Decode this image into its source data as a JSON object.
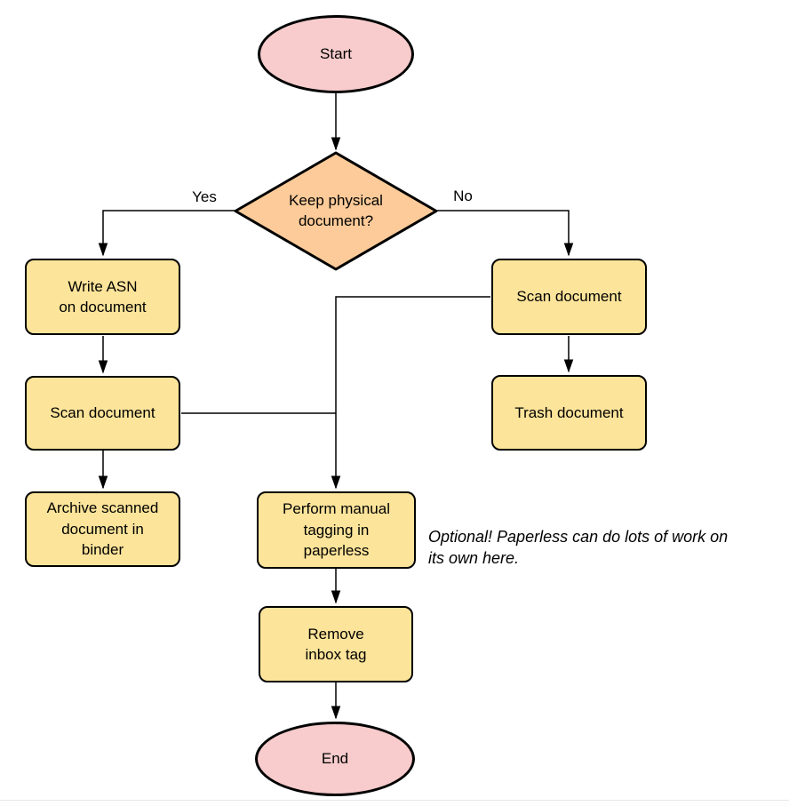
{
  "diagram": {
    "nodes": {
      "start": {
        "type": "terminal",
        "label": "Start"
      },
      "decision": {
        "type": "decision",
        "label": "Keep physical\ndocument?"
      },
      "write_asn": {
        "type": "process",
        "label": "Write ASN\non document"
      },
      "scan_left": {
        "type": "process",
        "label": "Scan document"
      },
      "archive": {
        "type": "process",
        "label": "Archive scanned\ndocument in\nbinder"
      },
      "scan_right": {
        "type": "process",
        "label": "Scan document"
      },
      "trash": {
        "type": "process",
        "label": "Trash document"
      },
      "tagging": {
        "type": "process",
        "label": "Perform manual\ntagging in\npaperless"
      },
      "remove_inbox": {
        "type": "process",
        "label": "Remove\ninbox tag"
      },
      "end": {
        "type": "terminal",
        "label": "End"
      }
    },
    "edge_labels": {
      "yes": "Yes",
      "no": "No"
    },
    "note": "Optional! Paperless can do lots of work on\nits own here.",
    "colors": {
      "terminal_fill": "#f8cccc",
      "decision_fill": "#fccb99",
      "process_fill": "#fce49a",
      "line_color": "#000000"
    }
  }
}
